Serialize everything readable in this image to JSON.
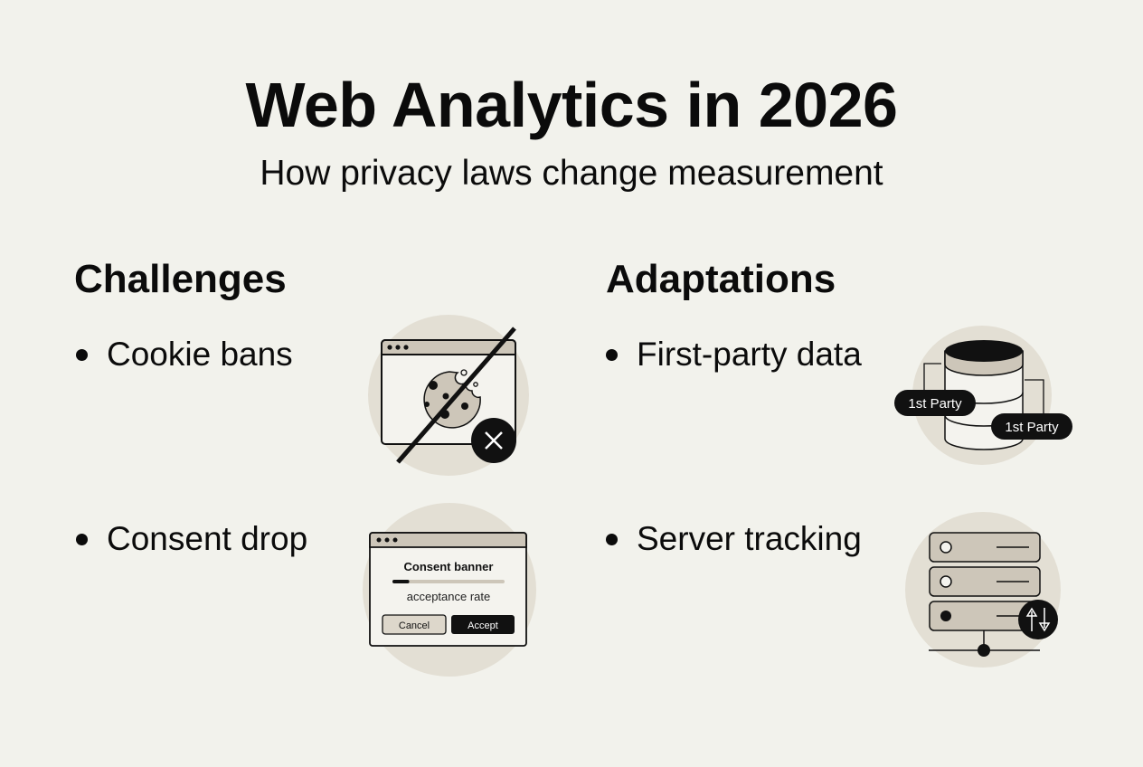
{
  "title": "Web Analytics in 2026",
  "subtitle": "How privacy laws change measurement",
  "challenges": {
    "heading": "Challenges",
    "items": [
      "Cookie bans",
      "Consent drop"
    ]
  },
  "adaptations": {
    "heading": "Adaptations",
    "items": [
      "First-party data",
      "Server tracking"
    ]
  },
  "consent_banner": {
    "title": "Consent banner",
    "caption": "acceptance rate",
    "acceptance_rate_fraction": 0.15,
    "cancel_label": "Cancel",
    "accept_label": "Accept"
  },
  "database": {
    "label_1": "1st Party",
    "label_2": "1st Party"
  },
  "colors": {
    "background": "#f2f2ec",
    "circle": "#e3dfd4",
    "fill": "#cdc6b9",
    "ink": "#0b0b0b"
  }
}
